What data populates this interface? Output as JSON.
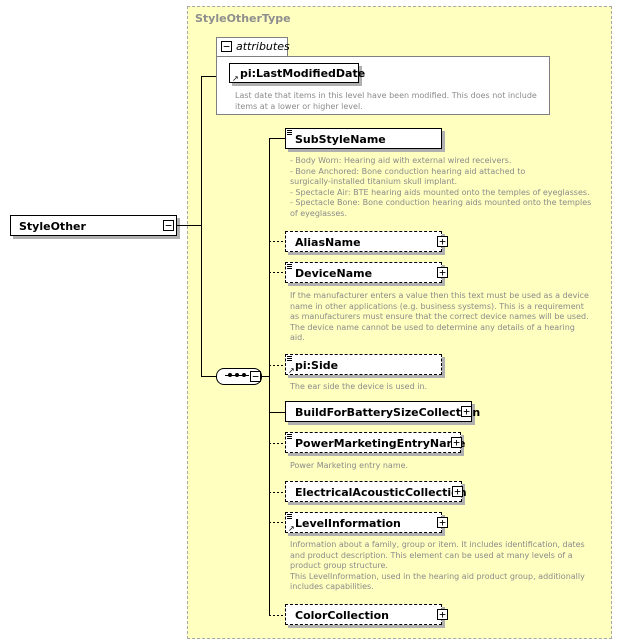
{
  "type_name": "StyleOtherType",
  "root_element": "StyleOther",
  "attributes": {
    "label": "attributes",
    "items": [
      {
        "name": "pi:LastModifiedDate",
        "doc": "Last date that items in this level have been modified. This does not include\nitems at a lower or higher level."
      }
    ]
  },
  "elements": [
    {
      "name": "SubStyleName",
      "doc": "- Body Worn: Hearing aid with external wired receivers.\n- Bone Anchored: Bone conduction hearing aid attached to\nsurgically-installed titanium skull implant.\n- Spectacle Air: BTE hearing aids mounted onto the temples of eyeglasses.\n- Spectacle Bone: Bone conduction hearing aids mounted onto the temples\nof eyeglasses."
    },
    {
      "name": "AliasName",
      "doc": ""
    },
    {
      "name": "DeviceName",
      "doc": "If the manufacturer enters a value then this text must be used as a device\nname in other applications (e.g. business systems).  This is a requirement\nas manufacturers must ensure that the correct device names will be used.\nThe device name cannot be used to determine any details of a hearing\naid."
    },
    {
      "name": "pi:Side",
      "doc": "The ear side the device is used in."
    },
    {
      "name": "BuildForBatterySizeCollection",
      "doc": ""
    },
    {
      "name": "PowerMarketingEntryName",
      "doc": "Power Marketing entry name."
    },
    {
      "name": "ElectricalAcousticCollection",
      "doc": ""
    },
    {
      "name": "LevelInformation",
      "doc": "Information about a family, group or item. It includes identification, dates\nand product description. This element can be used at many levels of a\nproduct group structure.\nThis LevelInformation, used in the hearing aid product group, additionally\nincludes capabilities."
    },
    {
      "name": "ColorCollection",
      "doc": ""
    }
  ],
  "symbols": {
    "collapse": "−",
    "expand": "+"
  }
}
